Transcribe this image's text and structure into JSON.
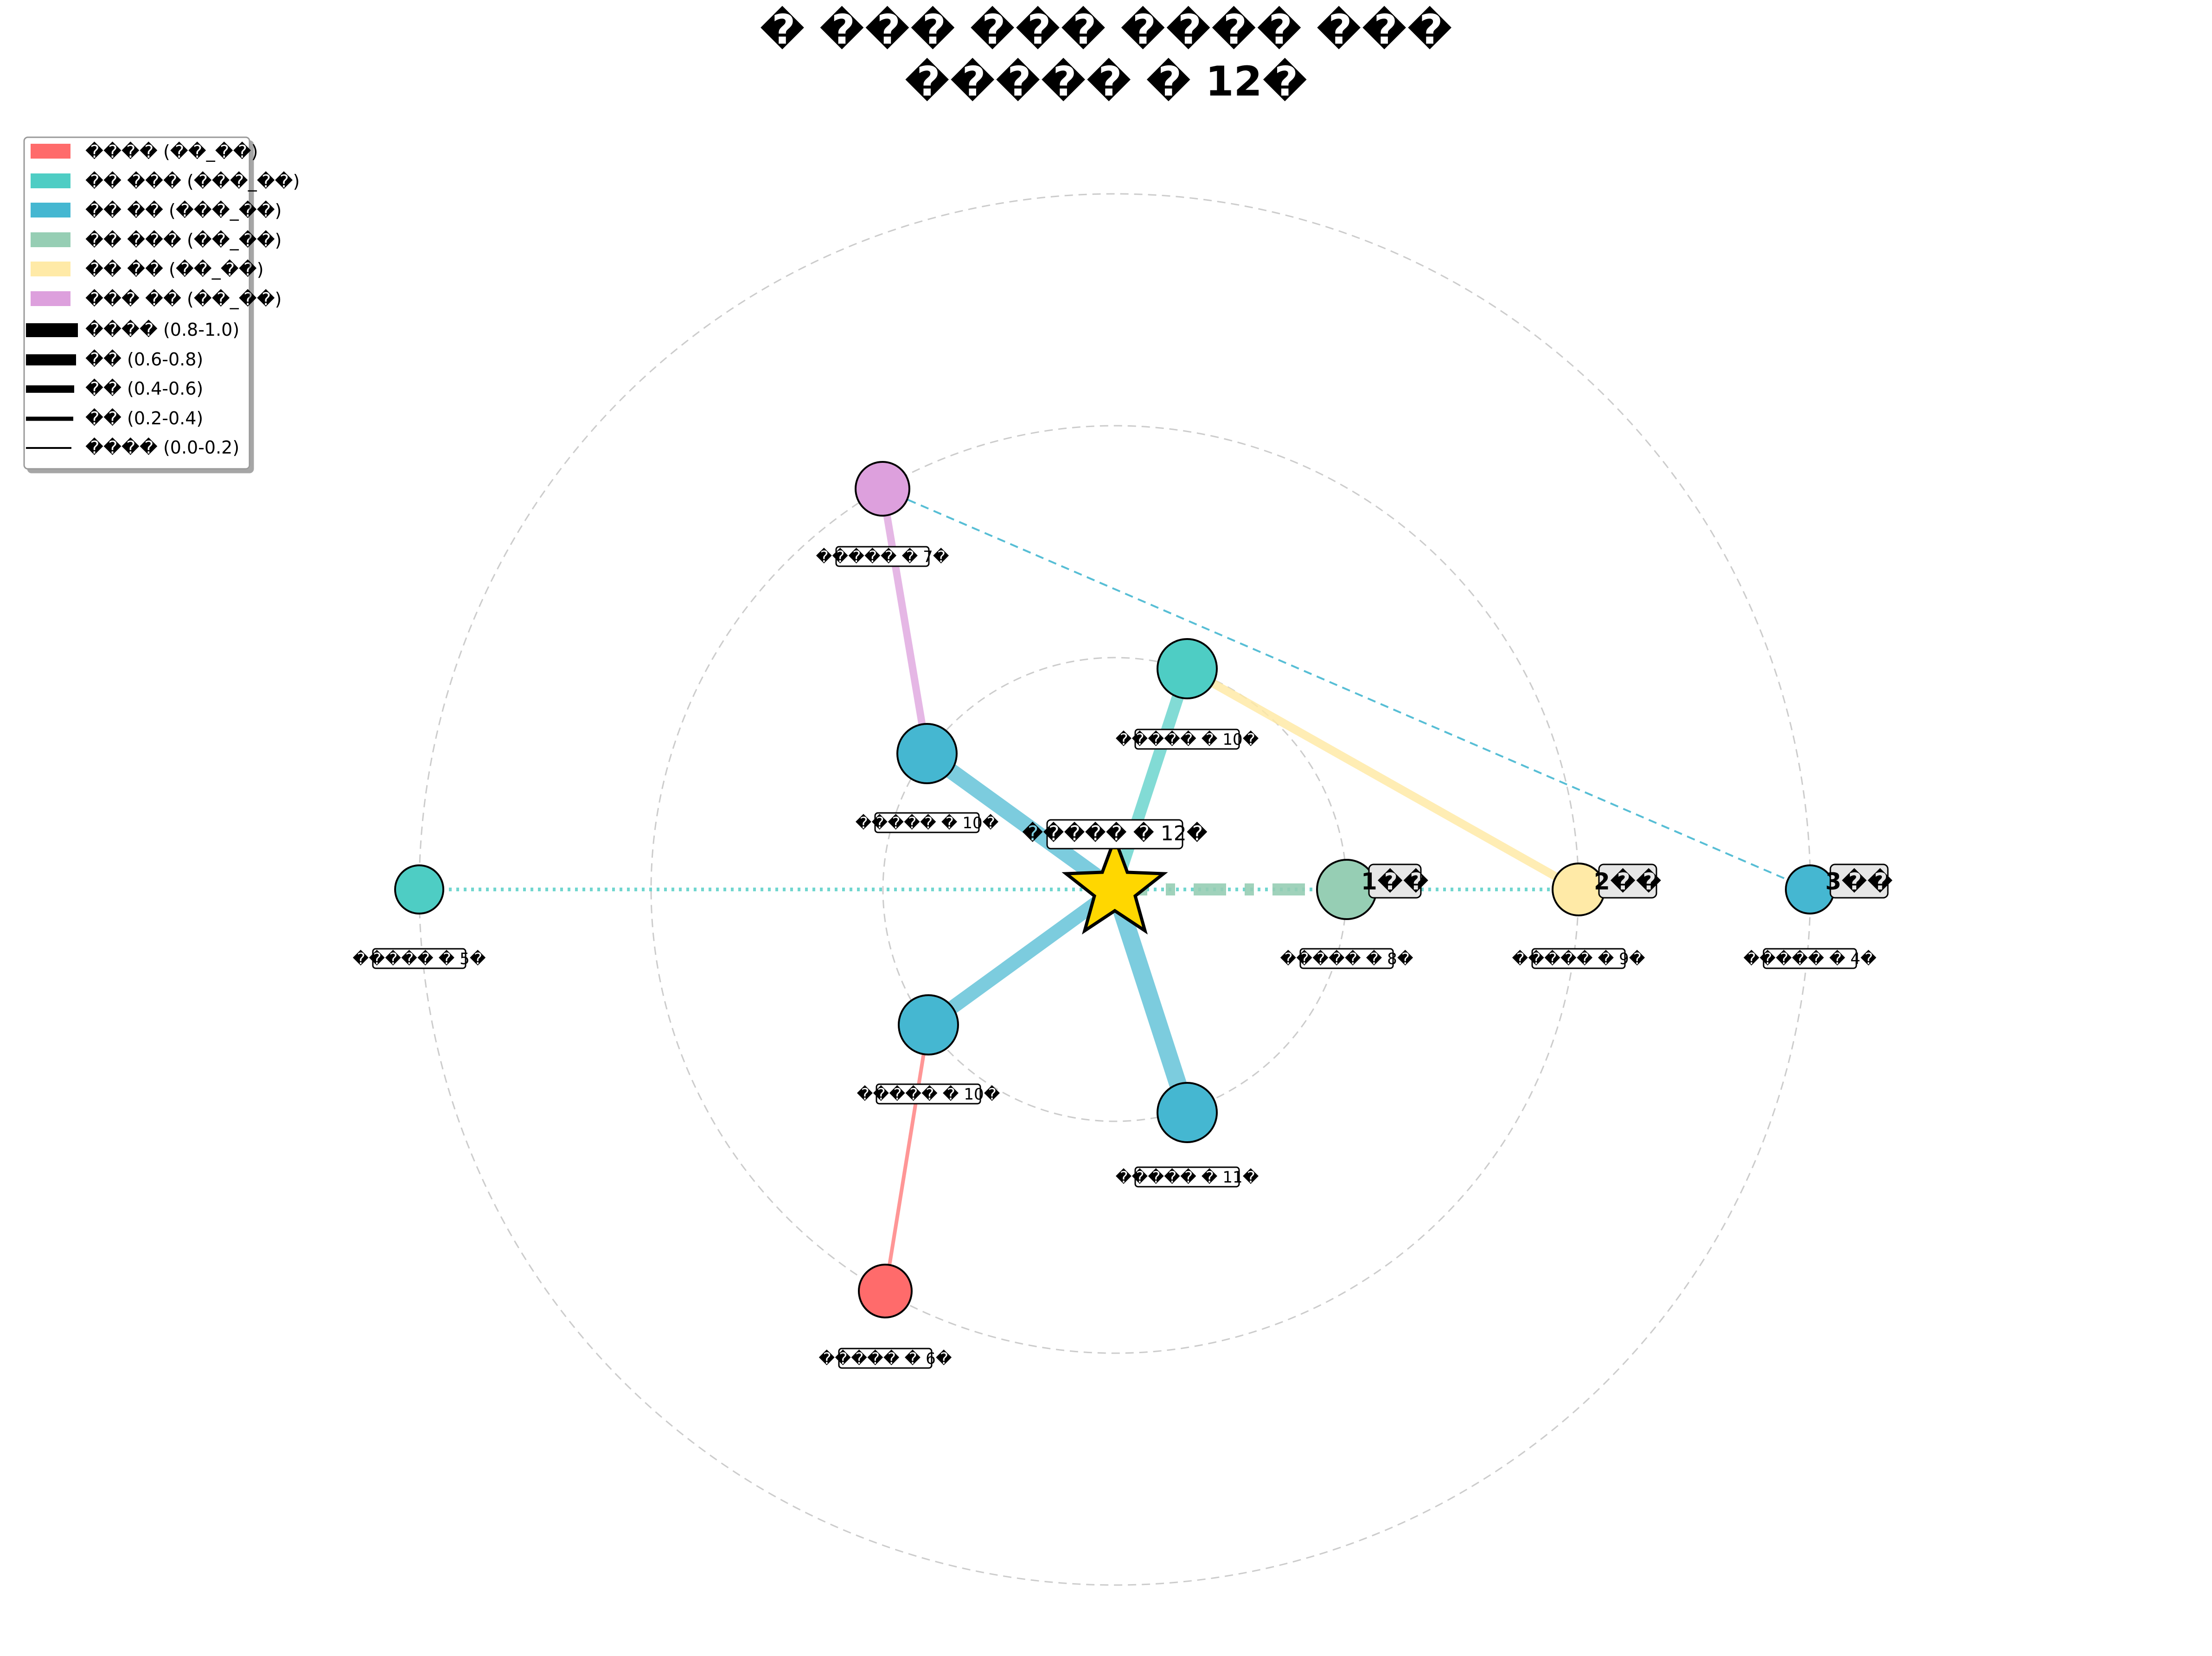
{
  "title": {
    "line1": "� ��� ��� ���� ���",
    "line2": "����� � 12�"
  },
  "center": {
    "label": "����� � 12�",
    "color": "#FFD700"
  },
  "legend": {
    "categories": [
      {
        "label": "���� (��_��)",
        "color": "#FF6B6B"
      },
      {
        "label": "�� ��� (���_��)",
        "color": "#4ECDC4"
      },
      {
        "label": "�� �� (���_��)",
        "color": "#45B7D1"
      },
      {
        "label": "�� ��� (��_��)",
        "color": "#96CEB4"
      },
      {
        "label": "�� �� (��_��)",
        "color": "#FFEAA7"
      },
      {
        "label": "��� �� (��_��)",
        "color": "#DDA0DD"
      }
    ],
    "strengths": [
      {
        "label": "���� (0.8-1.0)"
      },
      {
        "label": "�� (0.6-0.8)"
      },
      {
        "label": "�� (0.4-0.6)"
      },
      {
        "label": "�� (0.2-0.4)"
      },
      {
        "label": "���� (0.0-0.2)"
      }
    ]
  },
  "nodes": [
    {
      "id": "n1",
      "label": "����� � 10�",
      "color": "#4ECDC4"
    },
    {
      "id": "n2",
      "label": "����� � 10�",
      "color": "#45B7D1"
    },
    {
      "id": "n3",
      "label": "����� � 10�",
      "color": "#45B7D1"
    },
    {
      "id": "n4",
      "label": "����� � 11�",
      "color": "#45B7D1"
    },
    {
      "id": "n5",
      "label": "����� � 7�",
      "color": "#DDA0DD"
    },
    {
      "id": "n6",
      "label": "����� � 6�",
      "color": "#FF6B6B"
    },
    {
      "id": "n7",
      "label": "����� � 5�",
      "color": "#4ECDC4"
    },
    {
      "id": "n8",
      "label": "����� � 8�",
      "color": "#96CEB4"
    },
    {
      "id": "n9",
      "label": "����� � 9�",
      "color": "#FFEAA7"
    },
    {
      "id": "n10",
      "label": "����� � 4�",
      "color": "#45B7D1"
    }
  ],
  "ring_labels": [
    "1��",
    "2��",
    "3��"
  ],
  "edges": [
    {
      "from": "center",
      "to": "n1",
      "color": "#4ECDC4",
      "style": "solid"
    },
    {
      "from": "center",
      "to": "n2",
      "color": "#45B7D1",
      "style": "solid"
    },
    {
      "from": "center",
      "to": "n3",
      "color": "#45B7D1",
      "style": "solid"
    },
    {
      "from": "center",
      "to": "n4",
      "color": "#45B7D1",
      "style": "solid"
    },
    {
      "from": "n2",
      "to": "n5",
      "color": "#DDA0DD",
      "style": "solid"
    },
    {
      "from": "n3",
      "to": "n6",
      "color": "#FF6B6B",
      "style": "solid"
    },
    {
      "from": "n1",
      "to": "n9",
      "color": "#FFEAA7",
      "style": "solid"
    },
    {
      "from": "n5",
      "to": "n10",
      "color": "#45B7D1",
      "style": "dashed"
    },
    {
      "from": "center",
      "to": "n8",
      "color": "#96CEB4",
      "style": "dashdot"
    },
    {
      "from": "n7",
      "to": "n9",
      "color": "#4ECDC4",
      "style": "dotted"
    }
  ]
}
